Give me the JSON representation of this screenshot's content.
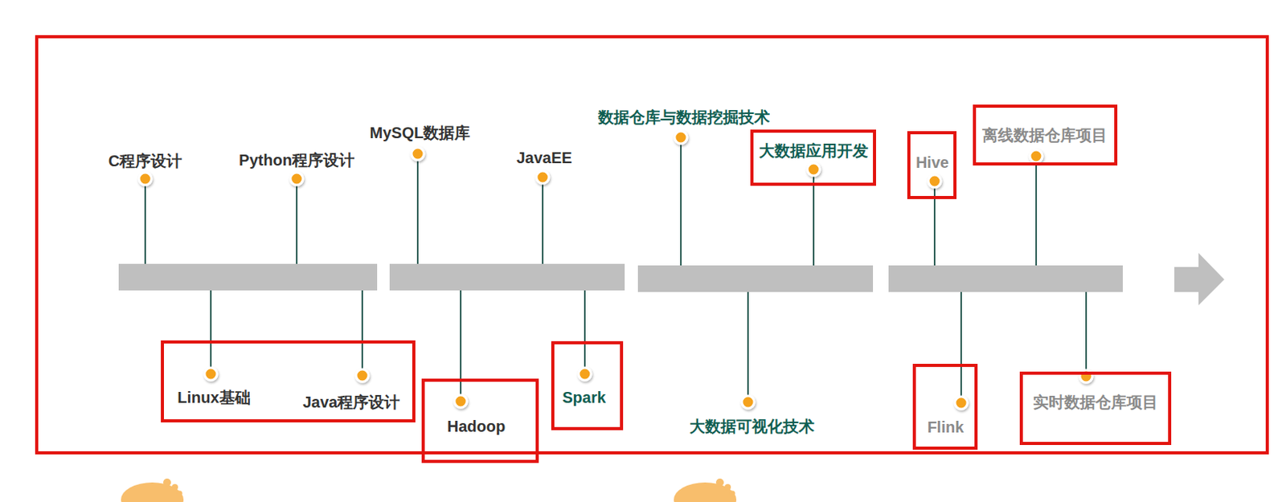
{
  "diagram": {
    "nodes": [
      {
        "text": [
          "Linux基础",
          "Java程序设计"
        ]
      },
      {
        "text": [
          "Hadoop"
        ]
      },
      {
        "text": [
          "Spark"
        ]
      },
      {
        "text": [
          "大数据应用开发"
        ]
      },
      {
        "text": [
          "Hive"
        ]
      },
      {
        "text": [
          "Flink"
        ]
      },
      {
        "text": [
          "离线数据仓库项目"
        ]
      },
      {
        "text": [
          "实时数据仓库项目"
        ]
      }
    ],
    "labels": [
      "C程序设计",
      "Python程序设计",
      "MySQL数据库",
      "JavaEE",
      "数据仓库与数据挖掘技术",
      "大数据可视化技术"
    ]
  }
}
